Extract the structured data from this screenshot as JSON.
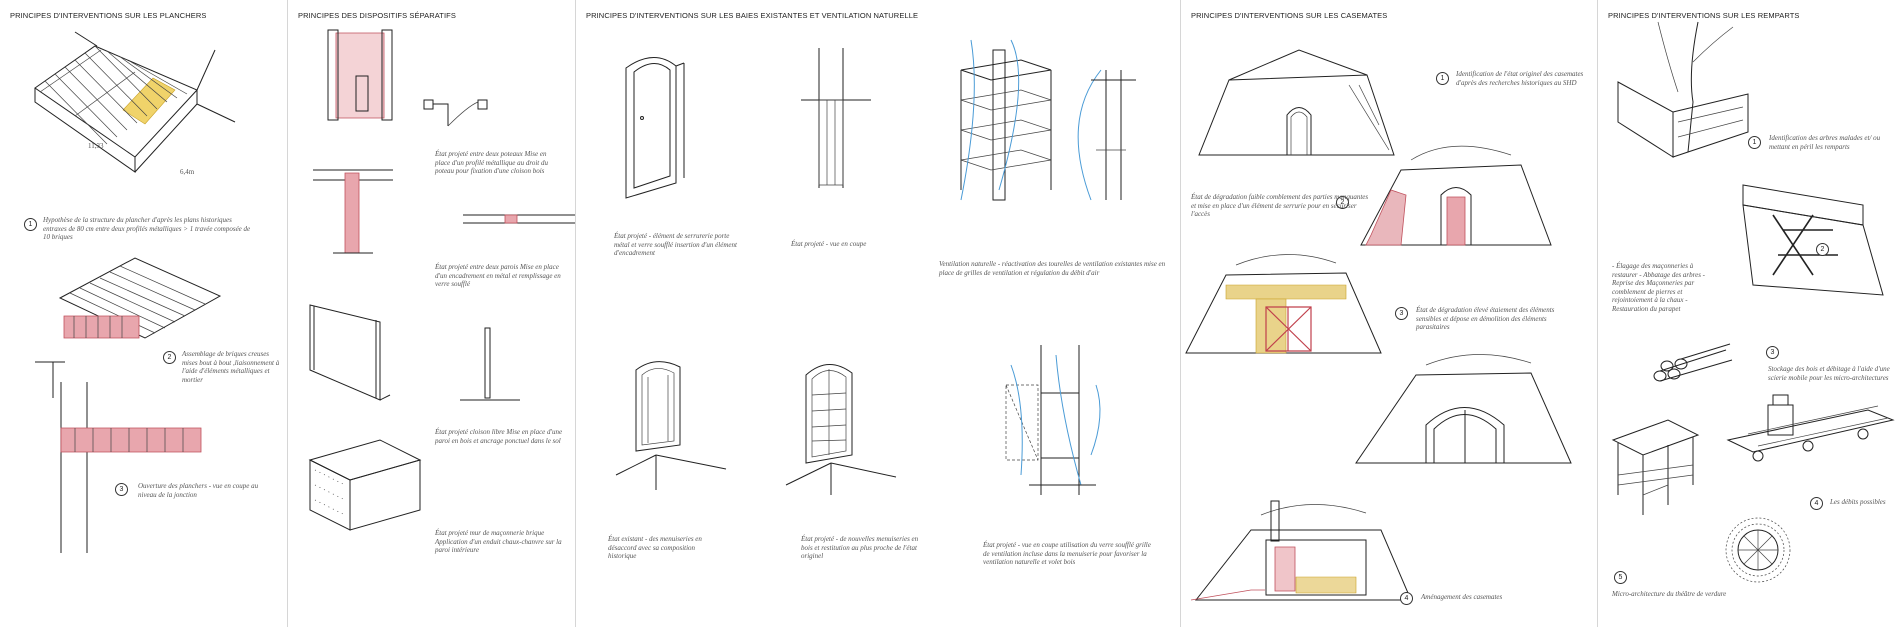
{
  "panels": [
    {
      "title": "PRINCIPES D'INTERVENTIONS SUR LES PLANCHERS",
      "dims": [
        "11,33",
        "6,4m"
      ],
      "captions": [
        {
          "num": "1",
          "text": "Hypothèse de la structure du plancher d'après les plans historiques entraxes de 80 cm entre deux profilés métalliques > 1 travée composée de 10 briques"
        },
        {
          "num": "2",
          "text": "Assemblage de briques creuses mises bout à bout ,liaisonnement à l'aide d'éléments métalliques et mortier"
        },
        {
          "num": "3",
          "text": "Ouverture des planchers - vue en coupe au niveau de la jonction"
        }
      ]
    },
    {
      "title": "PRINCIPES DES DISPOSITIFS SÉPARATIFS",
      "captions": [
        {
          "text": "État projeté entre deux poteaux Mise en place d'un profilé métallique au droit du poteau pour fixation d'une cloison bois"
        },
        {
          "text": "État projeté entre deux parois Mise en place d'un encadrement en métal et remplissage en verre soufflé"
        },
        {
          "text": "État projeté cloison libre Mise en place d'une paroi en bois et ancrage ponctuel dans le sol"
        },
        {
          "text": "État projeté mur de maçonnerie brique Application d'un enduit chaux-chanvre sur la paroi intérieure"
        }
      ]
    },
    {
      "title": "PRINCIPES D'INTERVENTIONS SUR LES BAIES EXISTANTES ET VENTILATION NATURELLE",
      "captions": [
        {
          "text": "État projeté - élément de serrurerie porte métal et verre soufflé insertion d'un élément d'encadrement"
        },
        {
          "text": "État projeté - vue en coupe"
        },
        {
          "text": "Ventilation naturelle - réactivation des tourelles de ventilation existantes mise en place de grilles de ventilation et régulation du débit d'air"
        },
        {
          "text": "État existant - des menuiseries en désaccord avec sa composition historique"
        },
        {
          "text": "État projeté - de nouvelles menuiseries en bois et restitution au plus proche de l'état originel"
        },
        {
          "text": "État projeté - vue en coupe utilisation du verre soufflé grille de ventilation incluse dans la menuiserie pour favoriser la ventilation naturelle et volet bois"
        }
      ]
    },
    {
      "title": "PRINCIPES D'INTERVENTIONS SUR LES CASEMATES",
      "captions": [
        {
          "num": "1",
          "text": "Identification de l'état originel des casemates d'après des recherches historiques au SHD"
        },
        {
          "num": "2",
          "text": "État de dégradation faible comblement des parties manquantes et mise en place d'un élément de serrurie pour en sécuriser l'accès"
        },
        {
          "num": "3",
          "text": "État de dégradation élevé étaiement des éléments sensibles et dépose en démolition des éléments parasitaires"
        },
        {
          "num": "4",
          "text": "Aménagement des casemates"
        }
      ]
    },
    {
      "title": "PRINCIPES D'INTERVENTIONS SUR LES REMPARTS",
      "captions": [
        {
          "num": "1",
          "text": "Identification des arbres malades et/ ou mettant en péril les remparts"
        },
        {
          "num": "2",
          "text": "- Élagage des maçonneries à restaurer - Abbatage des arbres - Reprise des Maçonneries par comblement de pierres et rejointoiement à la chaux - Restauration du parapet"
        },
        {
          "num": "3",
          "text": "Stockage des bois et débitage à l'aide d'une scierie mobile pour les micro-architectures"
        },
        {
          "num": "4",
          "text": "Les débits possibles"
        },
        {
          "num": "5",
          "text": "Micro-architecture du théâtre de verdure"
        }
      ]
    }
  ]
}
